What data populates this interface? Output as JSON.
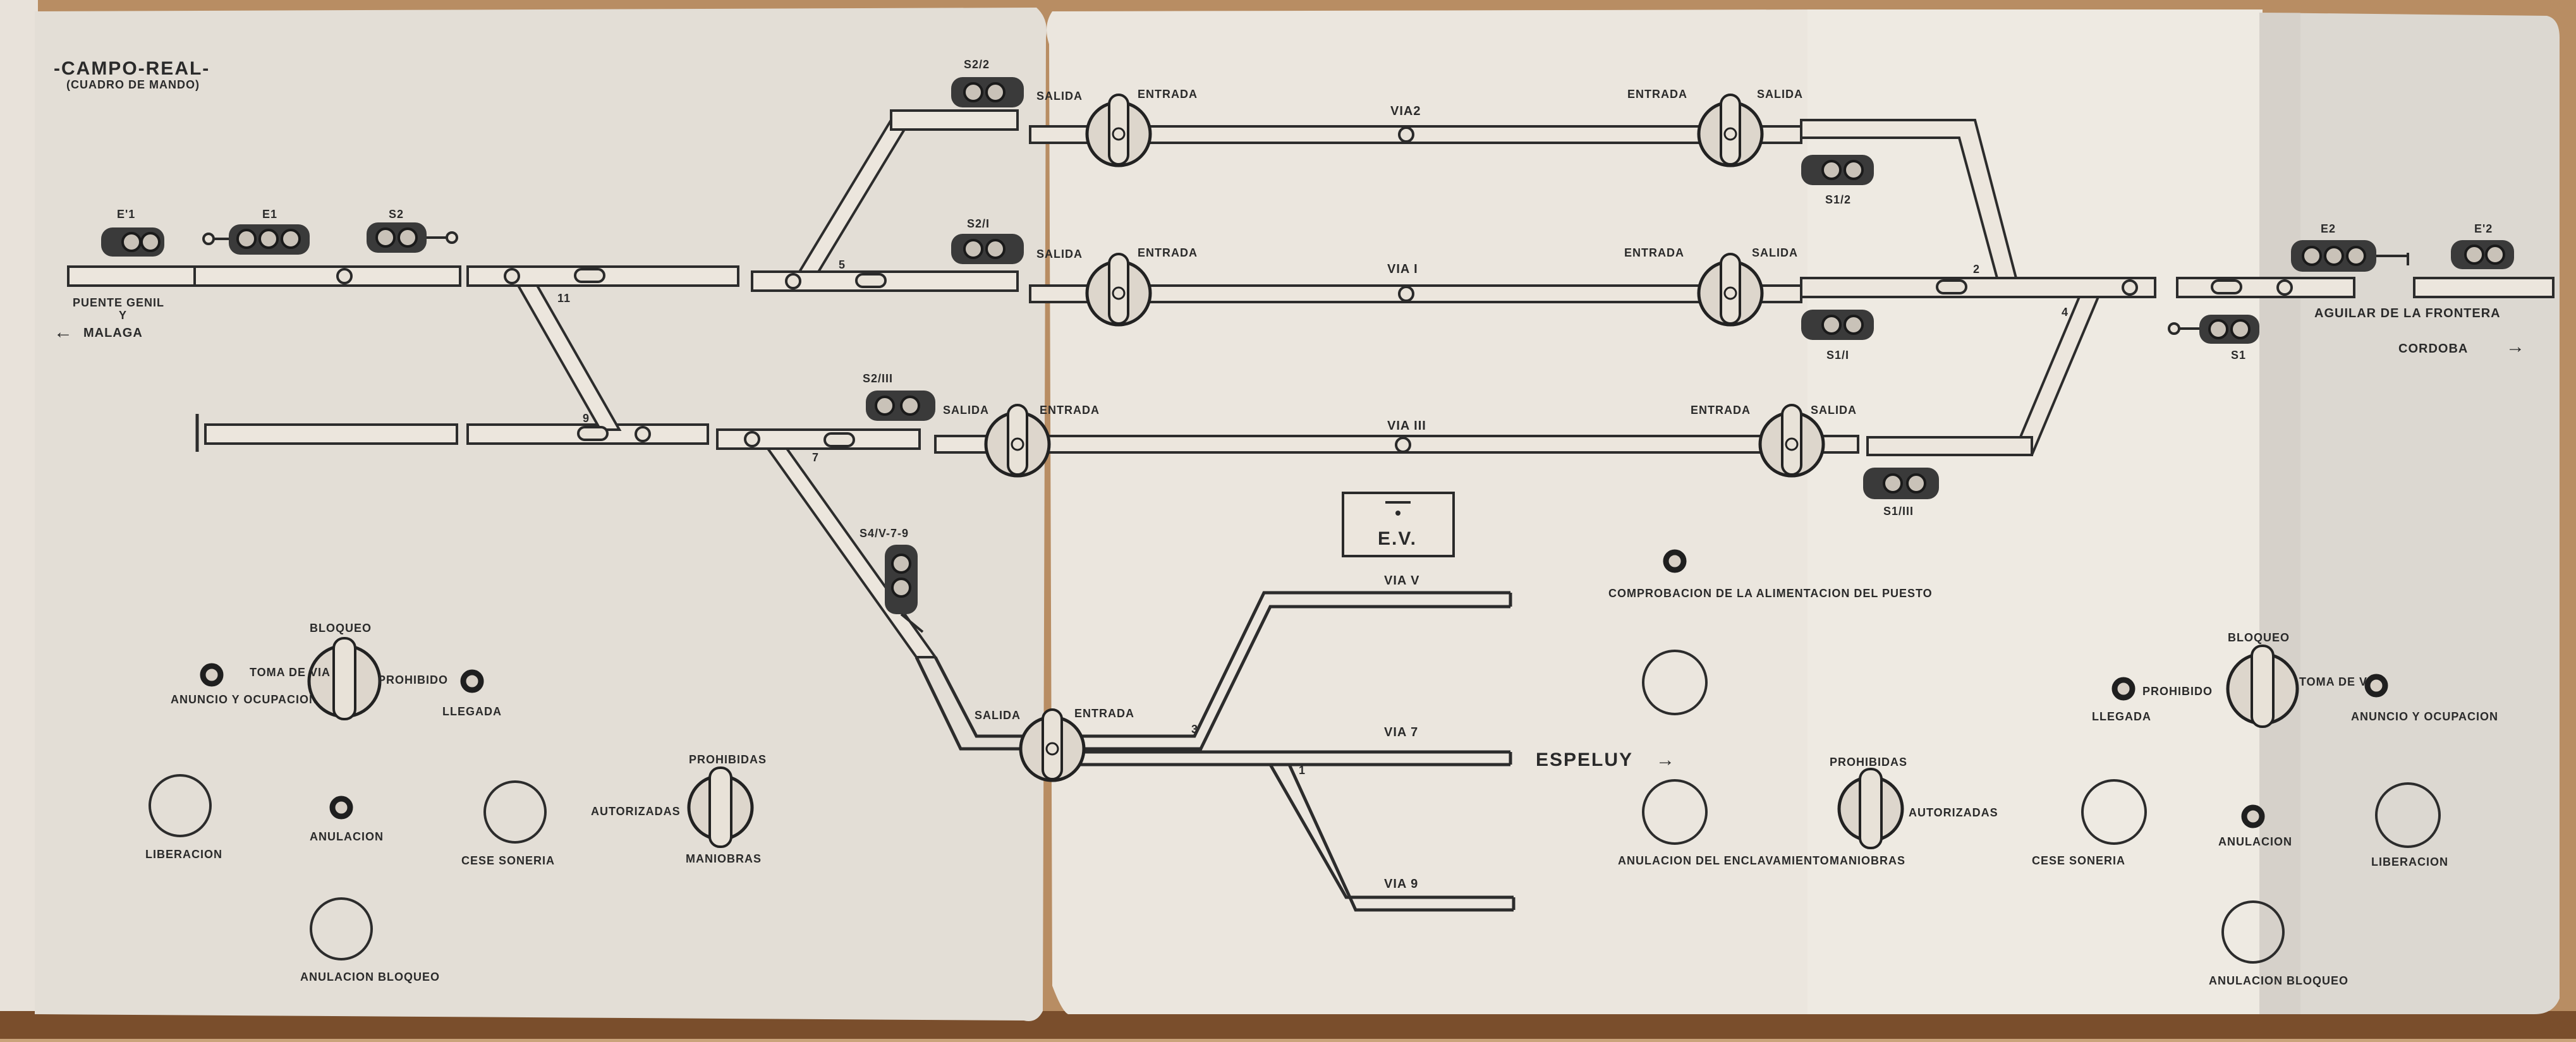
{
  "title": {
    "main": "-CAMPO-REAL-",
    "sub": "(CUADRO DE MANDO)"
  },
  "tracks": {
    "via2": "VIA2",
    "via1": "VIA I",
    "via3": "VIA III",
    "via5": "VIA V",
    "via7": "VIA 7",
    "via9": "VIA 9"
  },
  "destinations": {
    "west_1": "PUENTE GENIL",
    "west_sep": "Y",
    "west_2": "MALAGA",
    "east_1": "AGUILAR DE LA FRONTERA",
    "east_2": "CORDOBA",
    "espeluy": "ESPELUY"
  },
  "signals": {
    "e1p": "E'1",
    "e1": "E1",
    "s2": "S2",
    "s2_2": "S2/2",
    "s2_1": "S2/I",
    "s2_3": "S2/III",
    "s4": "S4/V-7-9",
    "s1_2": "S1/2",
    "s1_1": "S1/I",
    "s1_3": "S1/III",
    "s1": "S1",
    "e2": "E2",
    "e2p": "E'2"
  },
  "switch_numbers": {
    "n1": "1",
    "n2": "2",
    "n3": "3",
    "n4": "4",
    "n5": "5",
    "n7": "7",
    "n9": "9",
    "n11": "11"
  },
  "route_labels": {
    "salida": "SALIDA",
    "entrada": "ENTRADA"
  },
  "ev_box": {
    "top": "–",
    "label": "E.V."
  },
  "controls": {
    "bloqueo": "BLOQUEO",
    "toma_de_via": "TOMA DE VIA",
    "prohibido": "PROHIBIDO",
    "anuncio": "ANUNCIO Y OCUPACION",
    "llegada": "LLEGADA",
    "liberacion": "LIBERACION",
    "anulacion": "ANULACION",
    "cese_soneria": "CESE SONERIA",
    "anulacion_bloqueo": "ANULACION BLOQUEO",
    "prohibidas": "PROHIBIDAS",
    "autorizadas": "AUTORIZADAS",
    "maniobras": "MANIOBRAS",
    "comprobacion": "COMPROBACION DE LA ALIMENTACION DEL PUESTO",
    "anulacion_enclav": "ANULACION DEL ENCLAVAMIENTO"
  }
}
